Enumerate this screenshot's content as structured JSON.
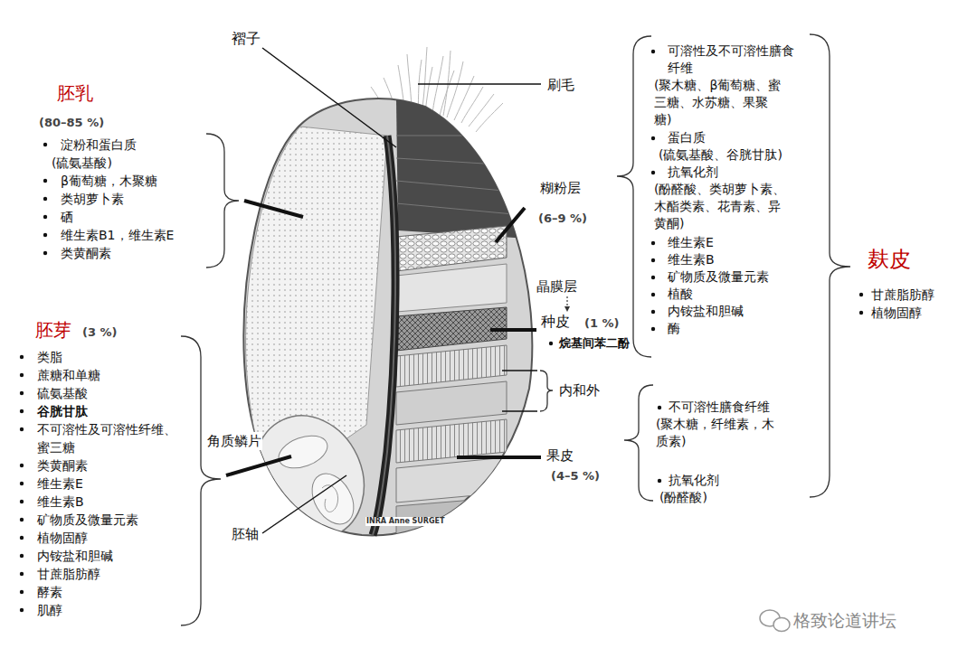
{
  "diagram": {
    "labels": [
      "褶子",
      "刷毛",
      "胚乳",
      "(80–85 %)",
      "淀粉和蛋白质",
      "(硫氨基酸)",
      "β葡萄糖，木聚糖",
      "类胡萝卜素",
      "硒",
      "维生素B1，维生素E",
      "类黄酮素",
      "胚芽",
      "(3 %)",
      "类脂",
      "蔗糖和单糖",
      "硫氨基酸",
      "谷胱甘肽",
      "不可溶性及可溶性纤维、蜜三糖",
      "类黄酮素",
      "维生素E",
      "维生素B",
      "矿物质及微量元素",
      "植物固醇",
      "内铵盐和胆碱",
      "甘蔗脂肪醇",
      "酵素",
      "肌醇",
      "糊粉层",
      "(6–9 %)",
      "晶膜层",
      "种皮",
      "(1 %)",
      "烷基间苯二酚",
      "内和外",
      "果皮",
      "(4–5 %)",
      "角质鳞片",
      "胚轴",
      "可溶性及不可溶性膳食纤维",
      "(聚木糖、β葡萄糖、蜜三糖、水苏糖、果聚糖)",
      "蛋白质",
      "(硫氨基酸、谷胱甘肽)",
      "抗氧化剂",
      "(酚醛酸、类胡萝卜素、木酯类素、花青素、异黄酮)",
      "维生素E",
      "维生素B",
      "矿物质及微量元素",
      "植酸",
      "内铵盐和胆碱",
      "酶",
      "麸皮",
      "甘蔗脂肪醇",
      "植物固醇",
      "不可溶性膳食纤维",
      "(聚木糖，纤维素，木质素)",
      "抗氧化剂",
      "(酚醛酸)",
      "格致论道讲坛",
      "INRA Anne SURGET"
    ]
  }
}
